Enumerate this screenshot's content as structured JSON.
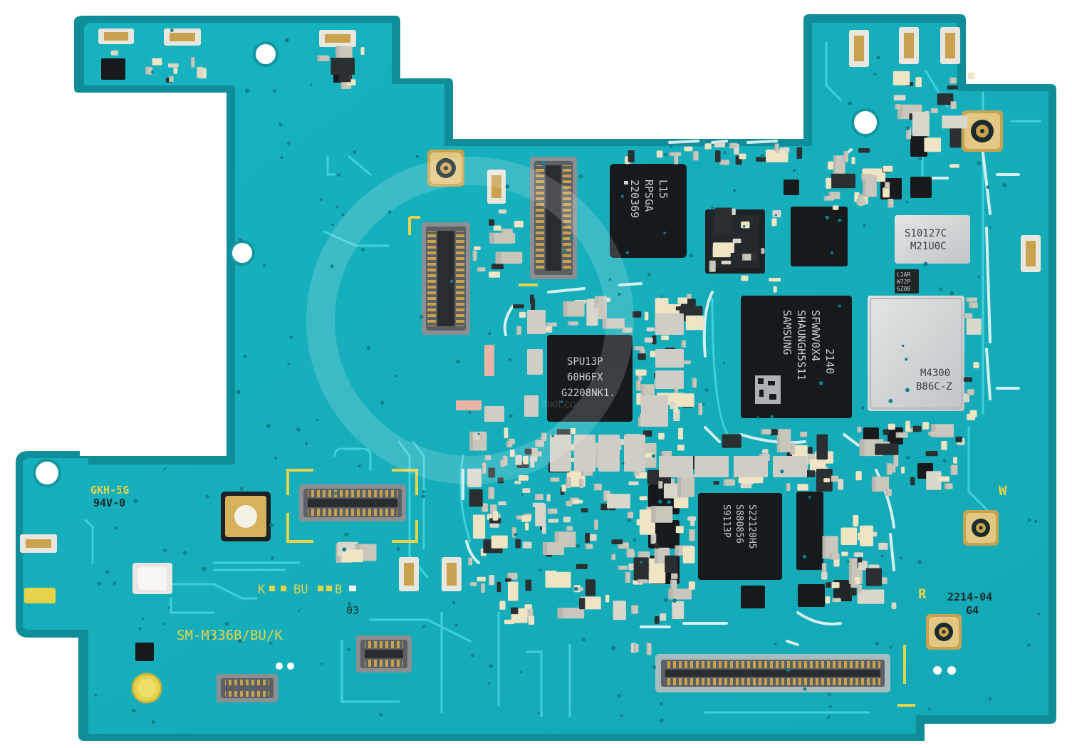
{
  "colors": {
    "background": "#ffffff",
    "pcb": "#1ab7c3",
    "pcb_dark": "#119aa6",
    "pcb_edge": "#0f8a95",
    "trace": "#3fd0db",
    "silkscreen": "#e6d34a",
    "gold": "#d8b25a",
    "chip_black": "#161a1c",
    "chip_text": "#c8ced2",
    "shield": "#cfd2d4",
    "shield_text": "#3b3f42",
    "capacitor": "#c9c6bb",
    "resistor": "#efe4c4"
  },
  "board": {
    "model": "SM-M336B/BU/K",
    "ul_mark": "GKH-5G",
    "flammability": "94V-0",
    "date_code": "2214-04",
    "rev": "G4",
    "layer": "03",
    "labels": {
      "k": "K",
      "bu": "BU",
      "b": "B",
      "w": "W",
      "r": "R"
    },
    "watermark": "ifixit.com"
  },
  "chips": {
    "pmic": {
      "lines": [
        "SPU13P",
        "60H6FX",
        "G2208NK1."
      ]
    },
    "rf_ic": {
      "lines": [
        "L15",
        "RPSGA",
        "220369"
      ]
    },
    "memory": {
      "lines": [
        "SAMSUNG",
        "SHAUNGH5S11",
        "SFWWV0X4",
        "2140"
      ]
    },
    "modem_shield": {
      "lines": [
        "M4300",
        "B86C-Z"
      ]
    },
    "small_shield": {
      "lines": [
        "S10127C",
        "M21U0C"
      ]
    },
    "small_ic": {
      "lines": [
        "L1AR",
        "W72P",
        "6Z0B"
      ]
    },
    "power_ic_2": {
      "lines": [
        "S9113P",
        "S880856",
        "S22120H5"
      ]
    },
    "qfn_right": {
      "lines": []
    }
  }
}
